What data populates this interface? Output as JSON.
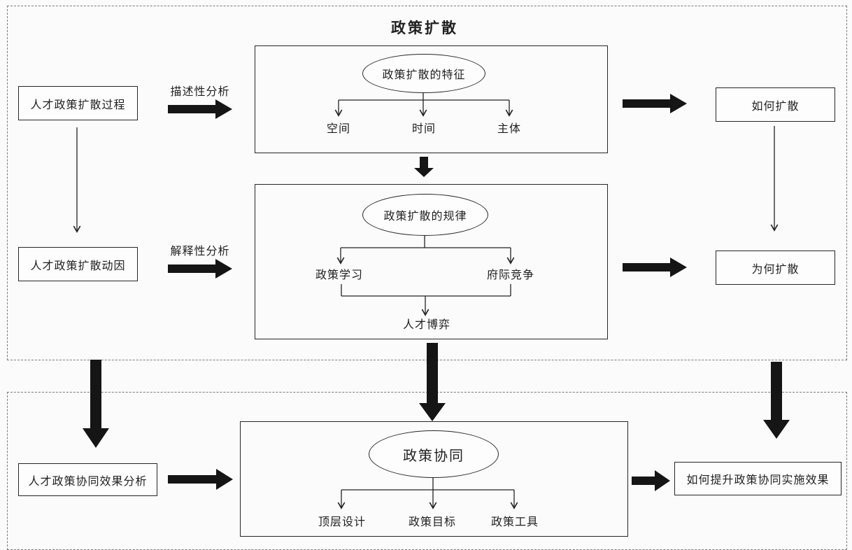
{
  "title": "政策扩散",
  "colors": {
    "ink": "#1f1f1f",
    "dashed_border": "#7a7a7a",
    "background": "#fbfbfb"
  },
  "top_section": {
    "process_box": "人才政策扩散过程",
    "motivation_box": "人才政策扩散动因",
    "descriptive_label": "描述性分析",
    "explanatory_label": "解释性分析",
    "features": {
      "ellipse": "政策扩散的特征",
      "children": [
        "空间",
        "时间",
        "主体"
      ]
    },
    "laws": {
      "ellipse": "政策扩散的规律",
      "children": [
        "政策学习",
        "府际竞争"
      ],
      "outcome": "人才博弈"
    },
    "how_box": "如何扩散",
    "why_box": "为何扩散"
  },
  "bottom_section": {
    "analysis_box": "人才政策协同效果分析",
    "synergy": {
      "ellipse": "政策协同",
      "children": [
        "顶层设计",
        "政策目标",
        "政策工具"
      ]
    },
    "result_box": "如何提升政策协同实施效果"
  }
}
